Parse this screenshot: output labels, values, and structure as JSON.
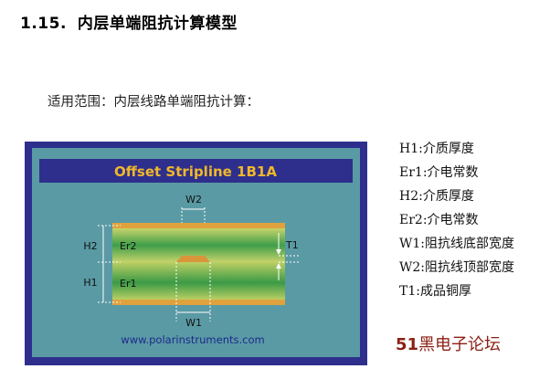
{
  "heading": {
    "number": "1.15.",
    "title": "内层单端阻抗计算模型"
  },
  "intro": "适用范围：内层线路单端阻抗计算：",
  "diagram": {
    "title": "Offset Stripline 1B1A",
    "url": "www.polarinstruments.com",
    "labels": {
      "w2": "W2",
      "w1": "W1",
      "h2": "H2",
      "h1": "H1",
      "er2": "Er2",
      "er1": "Er1",
      "t1": "T1"
    },
    "colors": {
      "navy": "#2e2f8c",
      "title": "#f1b82a",
      "board": "#5a9aa4"
    }
  },
  "legend": [
    "H1:介质厚度",
    "Er1:介电常数",
    "H2:介质厚度",
    "Er2:介电常数",
    "W1:阻抗线底部宽度",
    "W2:阻抗线顶部宽度",
    "T1:成品铜厚"
  ],
  "watermark": {
    "number": "51",
    "text": "黑电子论坛"
  }
}
